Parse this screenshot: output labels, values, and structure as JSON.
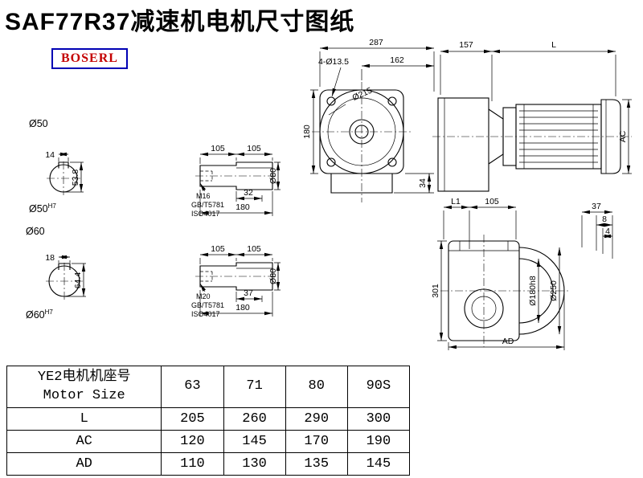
{
  "header": {
    "title": "SAF77R37减速机电机尺寸图纸",
    "logo": "BOSERL"
  },
  "front_view": {
    "dim_287": "287",
    "dim_162": "162",
    "holes": "4-Ø13.5",
    "flange_dia": "Ø215",
    "dim_180": "180",
    "dim_34": "34"
  },
  "side_view": {
    "dim_157": "157",
    "dim_len": "L",
    "dim_ac": "AC"
  },
  "shaft50": {
    "dia": "Ø50",
    "key_w": "14",
    "key_h": "53.8",
    "bore": "Ø50",
    "fit": "H7"
  },
  "shaft60": {
    "dia": "Ø60",
    "key_w": "18",
    "key_h": "64.4",
    "bore": "Ø60",
    "fit": "H7"
  },
  "shaft_end_a": {
    "seg1": "105",
    "seg2": "105",
    "thread": "M16",
    "std1": "GB/T5781",
    "std2": "ISO4017",
    "key_len": "32",
    "total": "180",
    "dia": "Ø80"
  },
  "shaft_end_b": {
    "seg1": "105",
    "seg2": "105",
    "thread": "M20",
    "std1": "GB/T5781",
    "std2": "ISO4017",
    "key_len": "37",
    "total": "180",
    "dia": "Ø80"
  },
  "output_view": {
    "dim_l1": "L1",
    "dim_105": "105",
    "dim_37": "37",
    "dim_8": "8",
    "dim_4": "4",
    "dim_301": "301",
    "spigot": "Ø180h8",
    "flange": "Ø250",
    "dim_ad": "AD"
  },
  "table": {
    "header_cn": "YE2电机机座号",
    "header_en": "Motor Size",
    "sizes": [
      "63",
      "71",
      "80",
      "90S"
    ],
    "rows": [
      {
        "label": "L",
        "values": [
          "205",
          "260",
          "290",
          "300"
        ]
      },
      {
        "label": "AC",
        "values": [
          "120",
          "145",
          "170",
          "190"
        ]
      },
      {
        "label": "AD",
        "values": [
          "110",
          "130",
          "135",
          "145"
        ]
      }
    ]
  }
}
